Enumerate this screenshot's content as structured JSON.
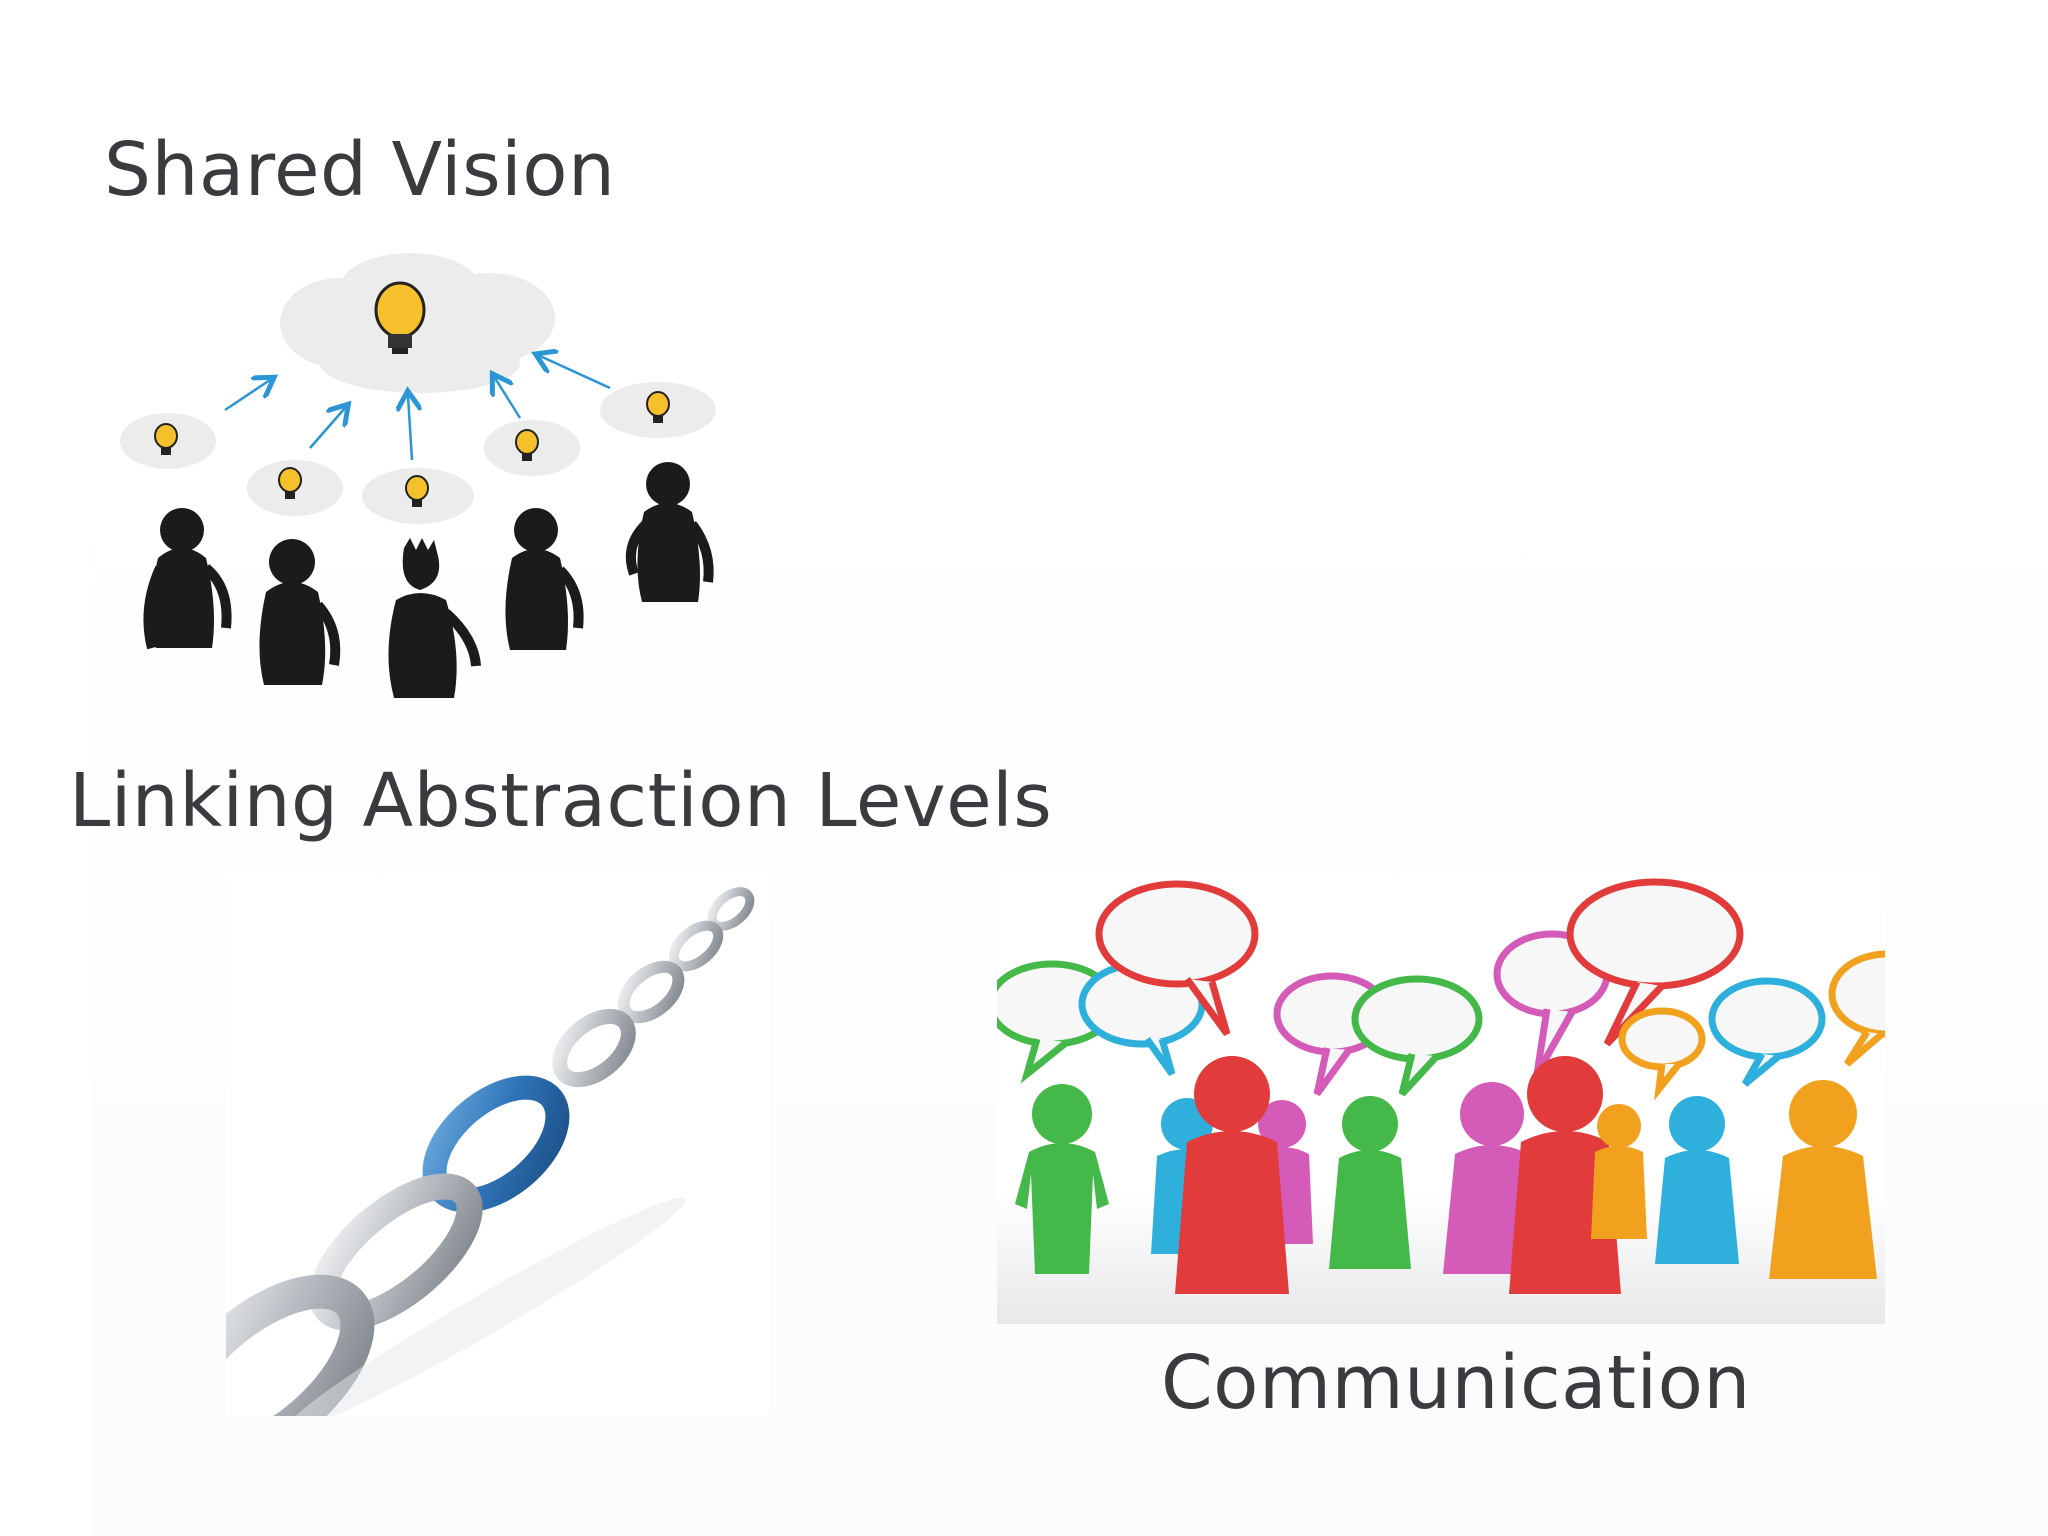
{
  "slide": {
    "headings": {
      "shared_vision": "Shared Vision",
      "linking": "Linking Abstraction Levels",
      "communication": "Communication"
    },
    "colors": {
      "text": "#3a3a3f",
      "bulb": "#f5c02c",
      "arrow": "#2b95d6",
      "figure": "#1b1b1b",
      "chain_silver": "#c9ccd0",
      "chain_blue": "#2f74b8"
    },
    "illustrations": {
      "shared_vision": "people-ideas-lightbulbs-illustration",
      "linking": "chain-links-illustration",
      "communication": "people-speech-bubbles-illustration"
    }
  }
}
